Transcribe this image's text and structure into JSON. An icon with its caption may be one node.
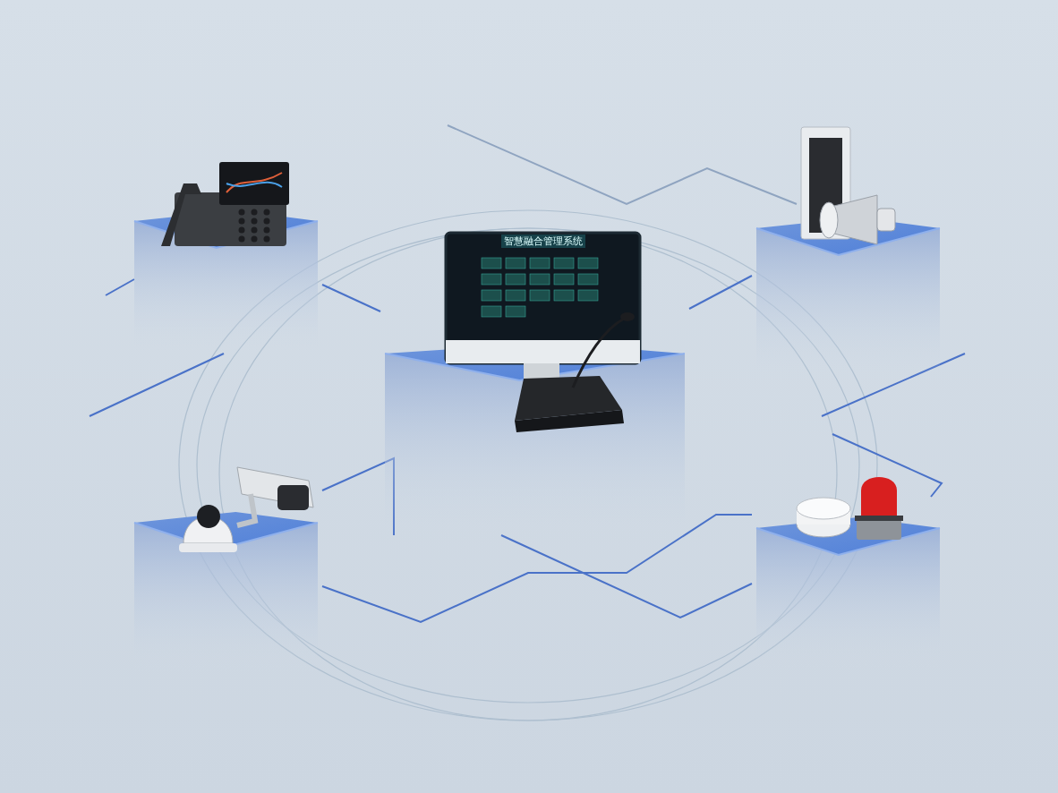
{
  "diagram": {
    "nodes": [
      {
        "text": [],
        "shape": "picture"
      },
      {
        "text": [],
        "shape": "picture"
      },
      {
        "text": [],
        "shape": "picture"
      },
      {
        "text": [],
        "shape": "picture"
      },
      {
        "text": [],
        "shape": "picture"
      }
    ],
    "edges": [
      {
        "from": 0,
        "to": 2,
        "arrow": "none"
      },
      {
        "from": 1,
        "to": 2,
        "arrow": "none"
      },
      {
        "from": 3,
        "to": 2,
        "arrow": "none"
      },
      {
        "from": 2,
        "to": 4,
        "arrow": "none"
      },
      {
        "from": 3,
        "to": 4,
        "arrow": "none"
      }
    ],
    "labels": [
      "智慧融合管理系统"
    ]
  }
}
